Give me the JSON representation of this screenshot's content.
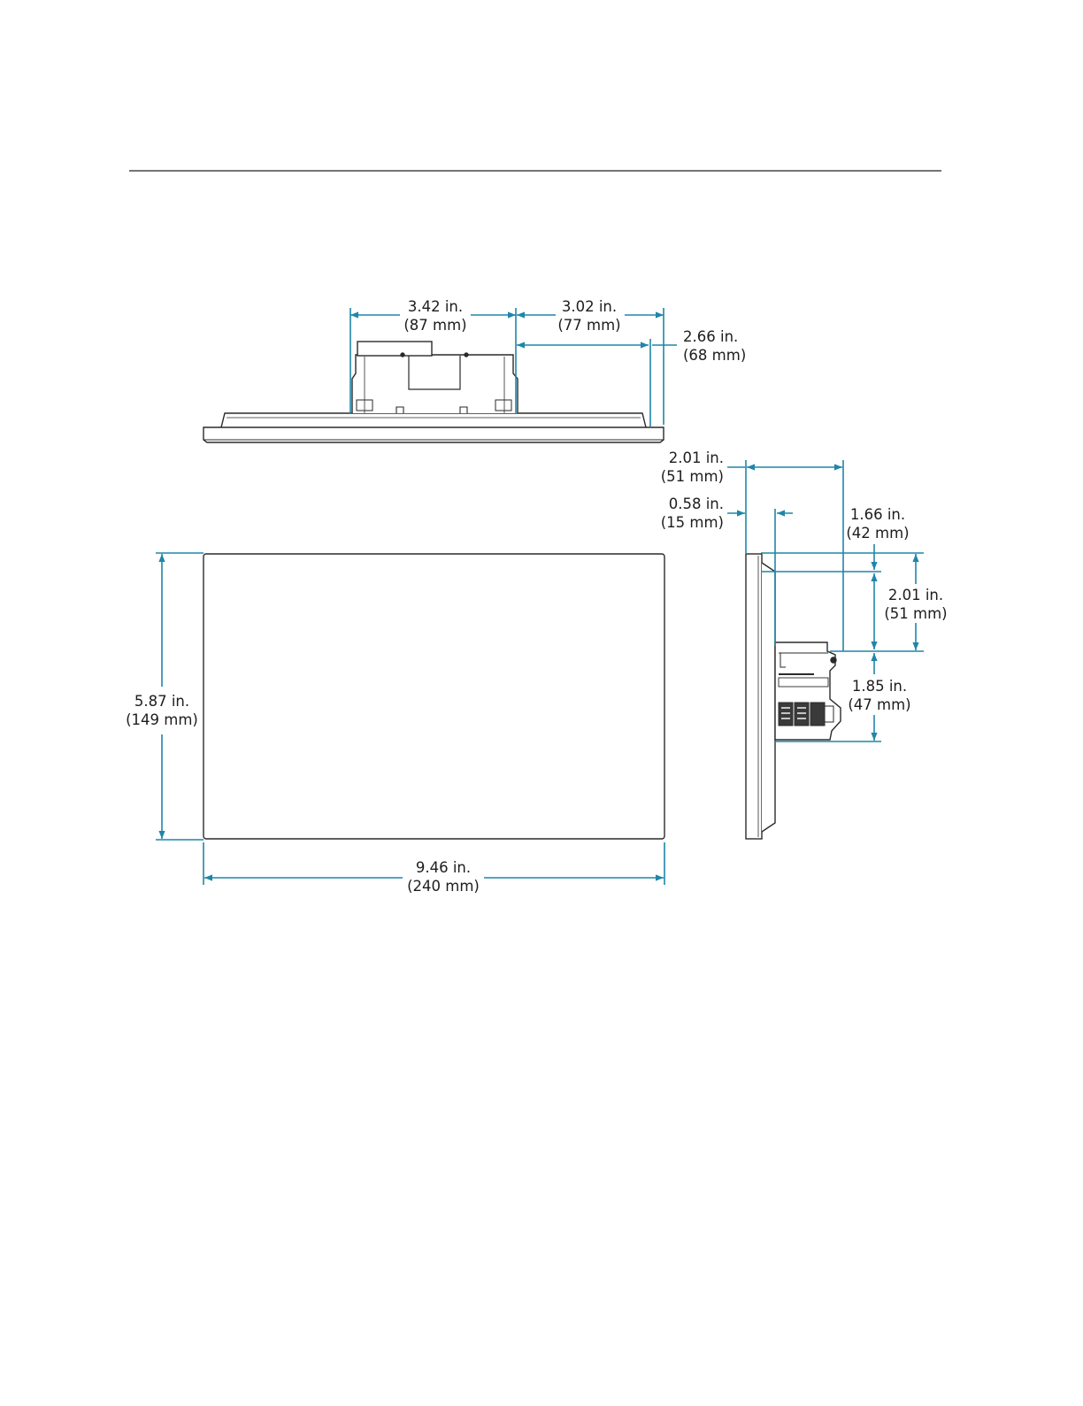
{
  "colors": {
    "dimension_line": "#1f86a8",
    "outline": "#2a2a2a",
    "rule": "#222222",
    "background": "#ffffff"
  },
  "dimensions": {
    "top_left_width": {
      "in": "3.42 in.",
      "mm": "(87 mm)"
    },
    "top_right_width": {
      "in": "3.02 in.",
      "mm": "(77 mm)"
    },
    "top_right_inner": {
      "in": "2.66 in.",
      "mm": "(68 mm)"
    },
    "side_depth_total": {
      "in": "2.01 in.",
      "mm": "(51 mm)"
    },
    "side_depth_front": {
      "in": "0.58 in.",
      "mm": "(15 mm)"
    },
    "side_depth_back": {
      "in": "1.66 in.",
      "mm": "(42 mm)"
    },
    "side_height_upper": {
      "in": "2.01 in.",
      "mm": "(51 mm)"
    },
    "side_height_lower": {
      "in": "1.85 in.",
      "mm": "(47 mm)"
    },
    "front_height": {
      "in": "5.87 in.",
      "mm": "(149 mm)"
    },
    "front_width": {
      "in": "9.46 in.",
      "mm": "(240 mm)"
    }
  }
}
